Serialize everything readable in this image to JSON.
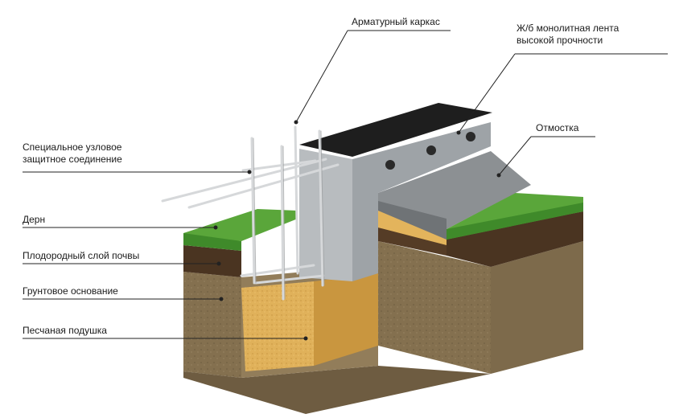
{
  "labels": {
    "reinforcement_cage": "Арматурный каркас",
    "rc_strip": {
      "line1": "Ж/б монолитная лента",
      "line2": "высокой прочности"
    },
    "blind_area": "Отмостка",
    "joint": {
      "line1": "Специальное узловое",
      "line2": "защитное соединение"
    },
    "turf": "Дерн",
    "fertile_soil": "Плодородный слой почвы",
    "ground_base": "Грунтовое основание",
    "sand_cushion": "Песчаная подушка"
  },
  "colors": {
    "grass": "#5aa63a",
    "grass_dark": "#3f8a2a",
    "soil_top": "#4a3421",
    "ground": "#8a7454",
    "ground_dark": "#6d5a40",
    "sand": "#e3b45c",
    "sand_dark": "#c9963f",
    "concrete": "#b8bcbf",
    "concrete_dark": "#8f9498",
    "strip_top": "#1e1e1e",
    "blind_area": "#8c9093",
    "rebar": "#d6d8da",
    "leader": "#222222"
  }
}
